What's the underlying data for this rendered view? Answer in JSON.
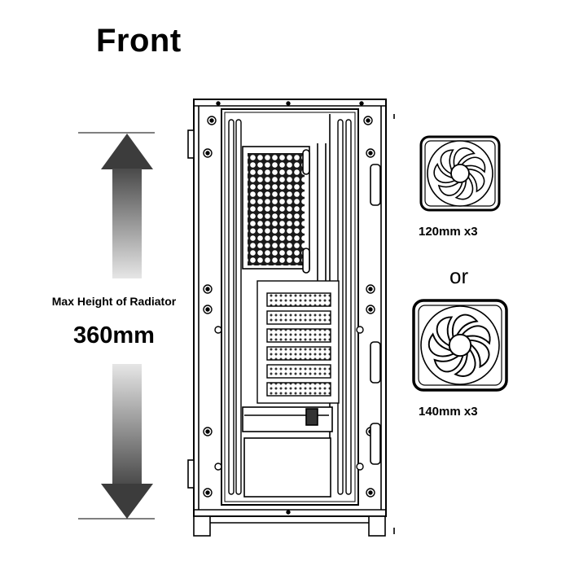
{
  "title": "Front",
  "radiator": {
    "label": "Max Height of Radiator",
    "value": "360mm"
  },
  "fans": [
    {
      "label": "120mm x3"
    },
    {
      "label": "140mm x3"
    }
  ],
  "separator": "or",
  "icons": [
    "double-arrow-icon",
    "pc-case-front-icon",
    "fan-120-icon",
    "fan-140-icon"
  ]
}
